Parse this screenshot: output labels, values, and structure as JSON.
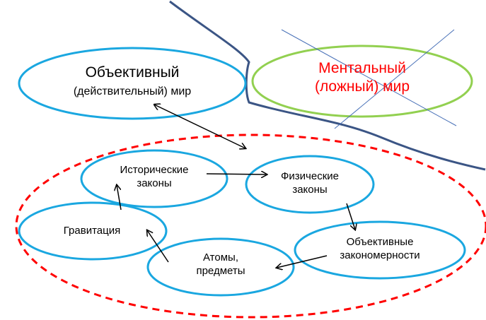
{
  "objective_world": {
    "line1": "Объективный",
    "line2": "(действительный) мир"
  },
  "mental_world": {
    "line1": "Ментальный",
    "line2": "(ложный) мир"
  },
  "nodes": {
    "historical": {
      "line1": "Исторические",
      "line2": "законы"
    },
    "physical": {
      "line1": "Физические",
      "line2": "законы"
    },
    "gravitation": {
      "line1": "Гравитация"
    },
    "atoms": {
      "line1": "Атомы,",
      "line2": "предметы"
    },
    "objective_laws": {
      "line1": "Объективные",
      "line2": "закономерности"
    }
  },
  "colors": {
    "ellipse_blue": "#1aa7e0",
    "green": "#92d050",
    "red_dashed": "#ff0000",
    "divider": "#3b5585",
    "mental_text": "#ff0000"
  }
}
